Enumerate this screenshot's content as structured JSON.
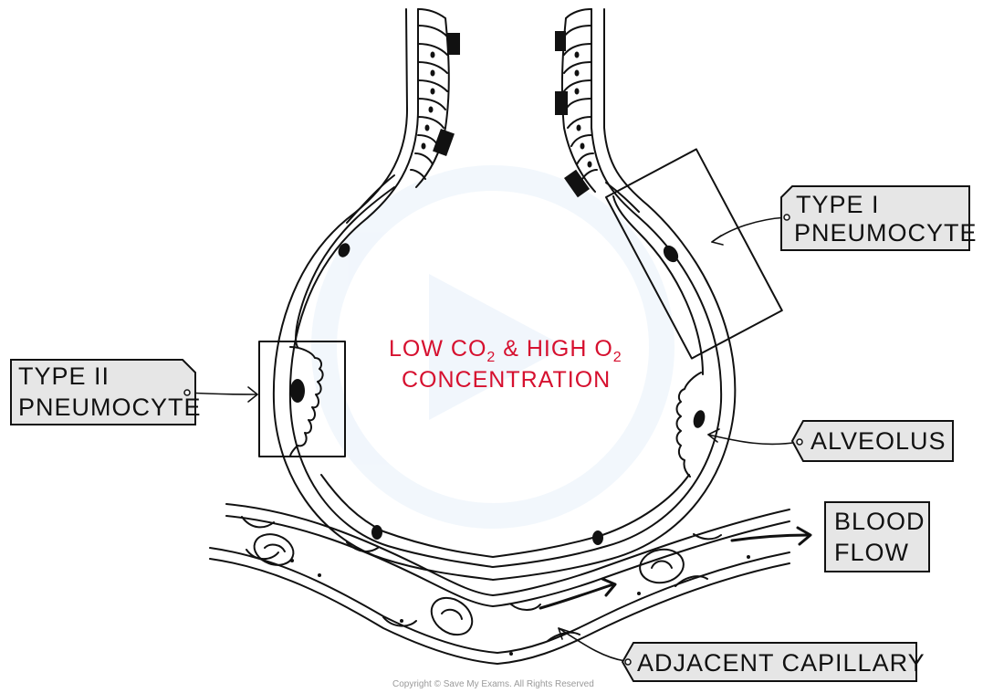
{
  "center_label": {
    "line1_prefix": "LOW CO",
    "line1_sub1": "2",
    "line1_mid": " & HIGH O",
    "line1_sub2": "2",
    "line2": "CONCENTRATION",
    "color": "#d6102f"
  },
  "labels": {
    "type1": {
      "line1": "TYPE I",
      "line2": "PNEUMOCYTE"
    },
    "type2": {
      "line1": "TYPE II",
      "line2": "PNEUMOCYTE"
    },
    "alveolus": {
      "text": "ALVEOLUS"
    },
    "blood_flow": {
      "line1": "BLOOD",
      "line2": "FLOW"
    },
    "capillary": {
      "text": "ADJACENT CAPILLARY"
    }
  },
  "copyright": "Copyright © Save My Exams. All Rights Reserved",
  "colors": {
    "label_fill": "#e6e6e6",
    "outline": "#111111"
  }
}
